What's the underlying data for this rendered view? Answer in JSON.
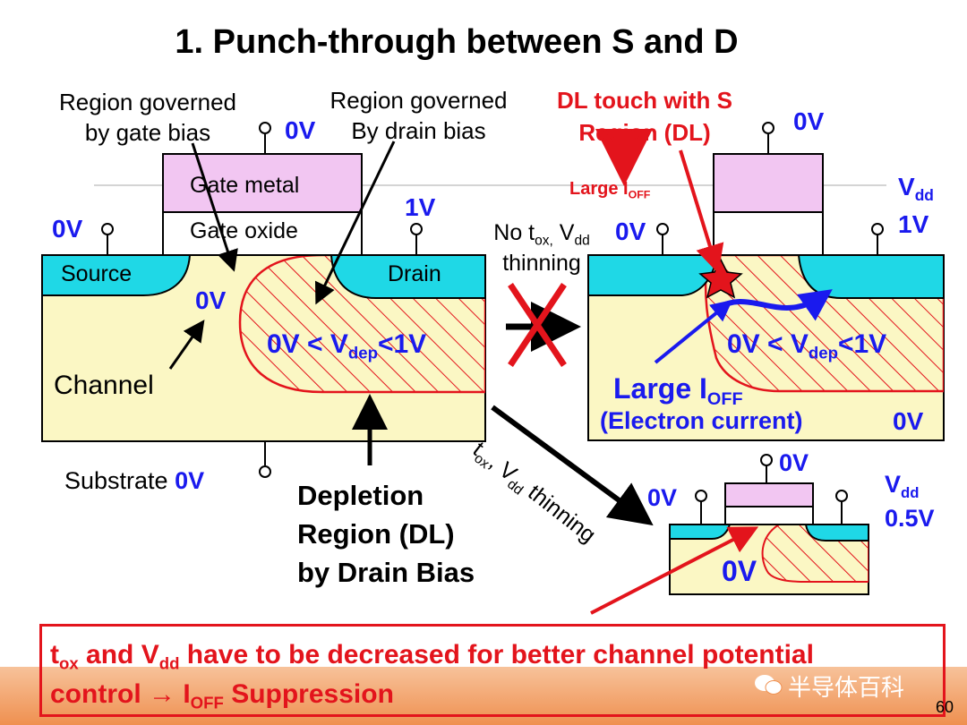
{
  "title": "1. Punch-through between S and D",
  "left_device": {
    "gate_region_label": [
      "Region governed",
      "by gate bias"
    ],
    "drain_region_label": [
      "Region governed",
      "By drain bias"
    ],
    "gate_voltage": "0V",
    "gate_metal": "Gate metal",
    "gate_oxide": "Gate oxide",
    "source_voltage": "0V",
    "drain_voltage": "1V",
    "source": "Source",
    "drain": "Drain",
    "channel_voltage": "0V",
    "channel": "Channel",
    "vdep_text": "0V < V",
    "vdep_sub": "dep",
    "vdep_tail": "<1V",
    "substrate": "Substrate",
    "substrate_voltage": "0V",
    "dl_label": [
      "Depletion",
      "Region (DL)",
      "by Drain Bias"
    ]
  },
  "transition": {
    "no_thinning_a": "No t",
    "no_thinning_sub_a": "ox,",
    "no_thinning_b": " V",
    "no_thinning_sub_b": "dd",
    "no_thinning_line2": "thinning",
    "thinning_a": "t",
    "thinning_sub_a": "ox",
    "thinning_b": ", V",
    "thinning_sub_b": "dd",
    "thinning_c": " thinning"
  },
  "right_device": {
    "dl_touch": [
      "DL touch with S",
      "Region (DL)"
    ],
    "large_ioff_small": "Large I",
    "off_sub": "OFF",
    "gate_voltage": "0V",
    "vdd": "V",
    "vdd_sub": "dd",
    "vdd_value": "1V",
    "source_voltage": "0V",
    "vdep_text": "0V < V",
    "vdep_sub": "dep",
    "vdep_tail": "<1V",
    "large_ioff": "Large I",
    "electron_current": "(Electron current)",
    "substrate_voltage": "0V"
  },
  "small_device": {
    "gate_voltage": "0V",
    "source_voltage": "0V",
    "vdd": "V",
    "vdd_sub": "dd",
    "vdd_value": "0.5V",
    "body_voltage": "0V"
  },
  "footer": {
    "t": "t",
    "t_sub": "ox",
    "and": " and V",
    "and_sub": "dd",
    "line1_rest": " have to be decreased for better channel potential",
    "line2_a": "control → I",
    "line2_sub": "OFF",
    "line2_b": " Suppression"
  },
  "brand": "半导体百科",
  "page_number": "60",
  "colors": {
    "silicon": "#fbf7c4",
    "n_plus": "#1fd8e6",
    "gate_metal": "#f2c6f2",
    "accent_red": "#e3141c",
    "accent_blue": "#1a1aee"
  }
}
